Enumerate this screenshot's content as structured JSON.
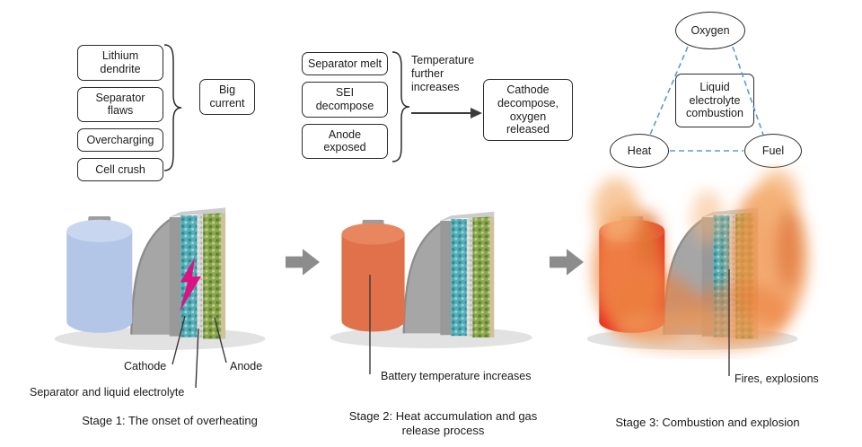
{
  "stage1": {
    "causes": [
      "Lithium dendrite",
      "Separator flaws",
      "Overcharging",
      "Cell crush"
    ],
    "result": "Big current",
    "part_labels": {
      "cathode": "Cathode",
      "separator": "Separator and liquid electrolyte",
      "anode": "Anode"
    },
    "battery_color": "#b3c6e7",
    "caption": "Stage 1: The onset of overheating"
  },
  "stage2": {
    "causes": [
      "Separator melt",
      "SEI decompose",
      "Anode exposed"
    ],
    "condition": "Temperature further increases",
    "result": "Cathode decompose, oxygen released",
    "battery_color": "#e0714a",
    "label": "Battery temperature increases",
    "caption": "Stage 2: Heat accumulation and gas release process"
  },
  "stage3": {
    "fire_triangle": {
      "top": "Oxygen",
      "bottom_left": "Heat",
      "bottom_right": "Fuel",
      "center": "Liquid electrolyte combustion"
    },
    "battery_color": "#e8291c",
    "label": "Fires, explosions",
    "caption": "Stage 3: Combustion and explosion"
  },
  "colors": {
    "triangle_dash": "#5b9bd5",
    "lightning_bolt": "#e5097f",
    "flame": "#f0944e",
    "cathode_layer": "#999999",
    "separator_layer": "#58aeb6",
    "anode_layer": "#8aa751",
    "stage_arrow": "#8c8c8c"
  }
}
